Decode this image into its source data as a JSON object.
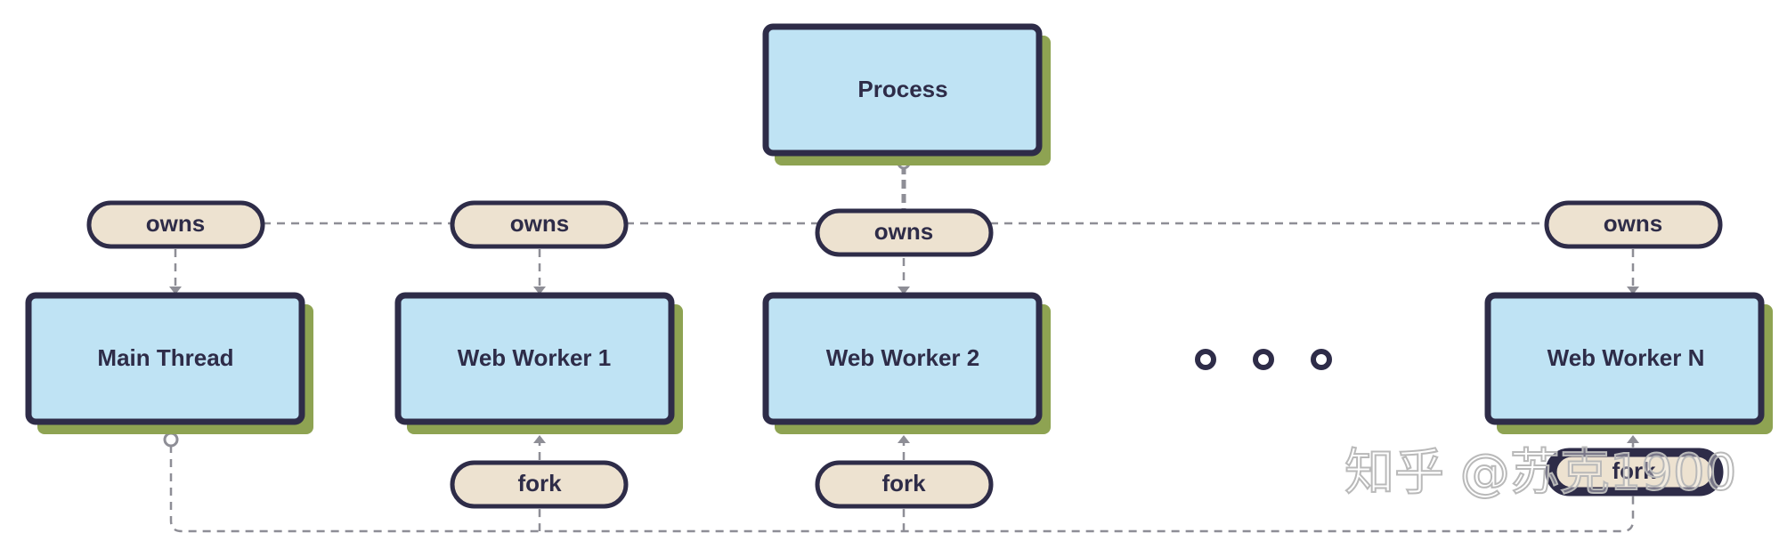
{
  "diagram": {
    "process_label": "Process",
    "owns_label": "owns",
    "fork_label": "fork",
    "nodes": {
      "main_thread": "Main Thread",
      "web_worker_1": "Web Worker 1",
      "web_worker_2": "Web Worker 2",
      "web_worker_n": "Web Worker N"
    }
  },
  "watermark": "知乎 @苏克1900",
  "colors": {
    "box_fill": "#bfe3f4",
    "box_stroke": "#2e2c48",
    "box_shadow": "#8ea352",
    "pill_fill": "#ede2d0",
    "connector": "#8e8e96"
  }
}
